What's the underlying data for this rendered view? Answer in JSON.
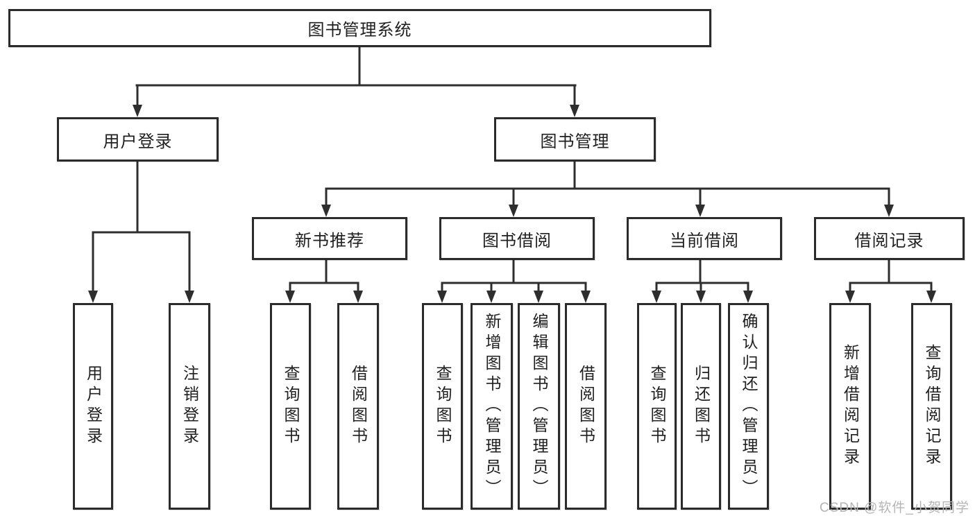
{
  "diagram": {
    "nodes": {
      "root": "图书管理系统",
      "user_login": "用户登录",
      "book_management": "图书管理",
      "new_book_recommend": "新书推荐",
      "book_borrow": "图书借阅",
      "current_borrow": "当前借阅",
      "borrow_records": "借阅记录",
      "ul_user_login": "用户登录",
      "ul_logout": "注销登录",
      "nb_query_books": "查询图书",
      "nb_borrow_books": "借阅图书",
      "bb_query_books": "查询图书",
      "bb_add_books_admin": "新增图书（管理员）",
      "bb_edit_books_admin": "编辑图书（管理员）",
      "bb_borrow_books": "借阅图书",
      "cb_query_books": "查询图书",
      "cb_return_books": "归还图书",
      "cb_confirm_return_admin": "确认归还（管理员）",
      "br_add_record": "新增借阅记录",
      "br_query_record": "查询借阅记录"
    },
    "colors": {
      "border": "#2b2b2b",
      "line": "#2e2e2e",
      "text": "#1f1f1f",
      "background": "#ffffff",
      "watermark": "#b5b5b5"
    }
  },
  "watermark": {
    "text": "CSDN @软件_小贺同学"
  }
}
